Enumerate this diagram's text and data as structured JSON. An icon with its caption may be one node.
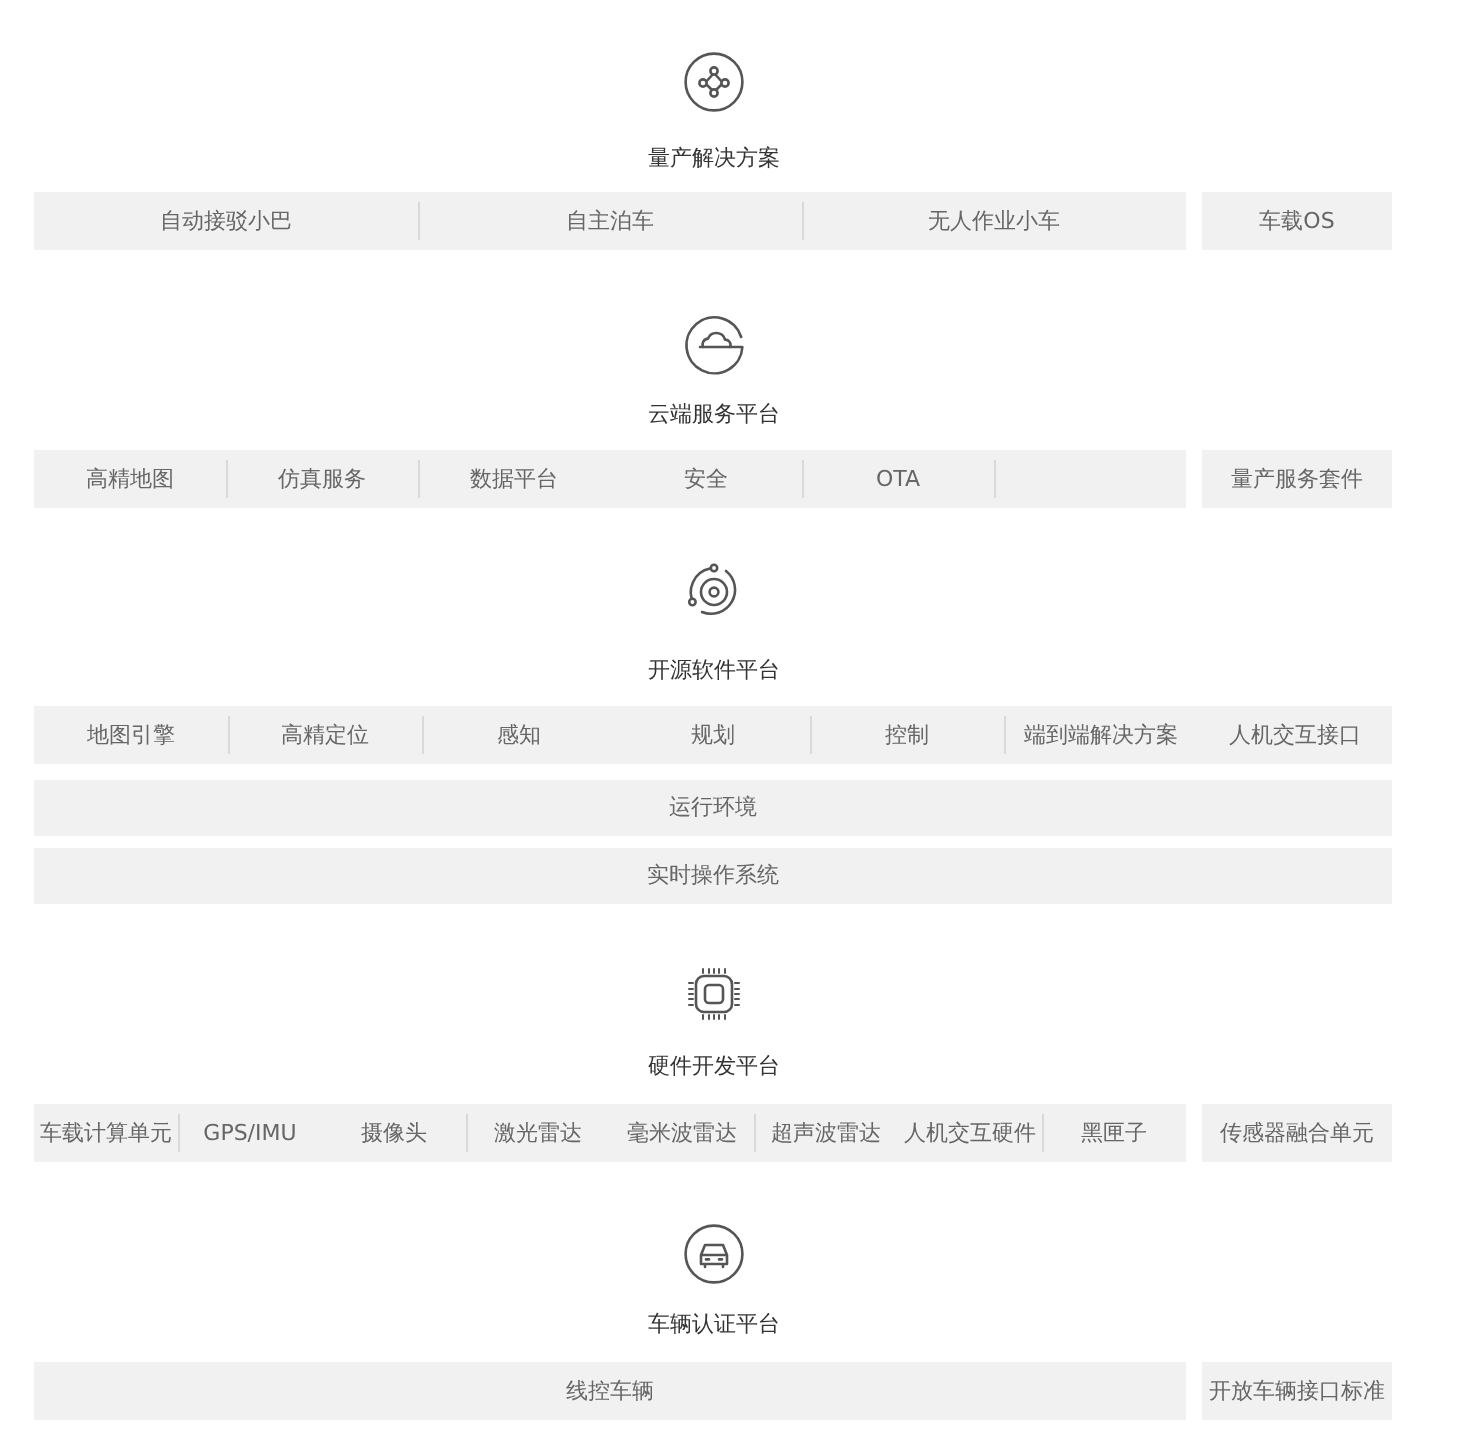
{
  "diagram": {
    "nodes": [
      {
        "text": [
          "自动接驳小巴"
        ]
      },
      {
        "text": [
          "自主泊车"
        ]
      },
      {
        "text": [
          "无人作业小车"
        ]
      },
      {
        "text": [
          "车载OS"
        ]
      },
      {
        "text": [
          "高精地图"
        ]
      },
      {
        "text": [
          "仿真服务"
        ]
      },
      {
        "text": [
          "数据平台"
        ]
      },
      {
        "text": [
          "安全"
        ]
      },
      {
        "text": [
          "OTA"
        ]
      },
      {
        "text": [],
        "shape": "box"
      },
      {
        "text": [
          "量产服务套件"
        ]
      },
      {
        "text": [
          "地图引擎"
        ]
      },
      {
        "text": [
          "高精定位"
        ]
      },
      {
        "text": [
          "感知"
        ]
      },
      {
        "text": [
          "规划"
        ]
      },
      {
        "text": [
          "控制"
        ]
      },
      {
        "text": [
          "端到端解决方案"
        ]
      },
      {
        "text": [
          "人机交互接口"
        ]
      },
      {
        "text": [
          "运行环境"
        ]
      },
      {
        "text": [
          "实时操作系统"
        ]
      },
      {
        "text": [
          "车载计算单元"
        ]
      },
      {
        "text": [
          "GPS/IMU"
        ]
      },
      {
        "text": [
          "摄像头"
        ]
      },
      {
        "text": [
          "激光雷达"
        ]
      },
      {
        "text": [
          "毫米波雷达"
        ]
      },
      {
        "text": [
          "超声波雷达"
        ]
      },
      {
        "text": [
          "人机交互硬件"
        ]
      },
      {
        "text": [
          "黑匣子"
        ]
      },
      {
        "text": [
          "传感器融合单元"
        ]
      },
      {
        "text": [
          "线控车辆"
        ]
      },
      {
        "text": [
          "开放车辆接口标准"
        ]
      }
    ],
    "labels": [
      "量产解决方案",
      "云端服务平台",
      "开源软件平台",
      "硬件开发平台",
      "车辆认证平台"
    ]
  }
}
